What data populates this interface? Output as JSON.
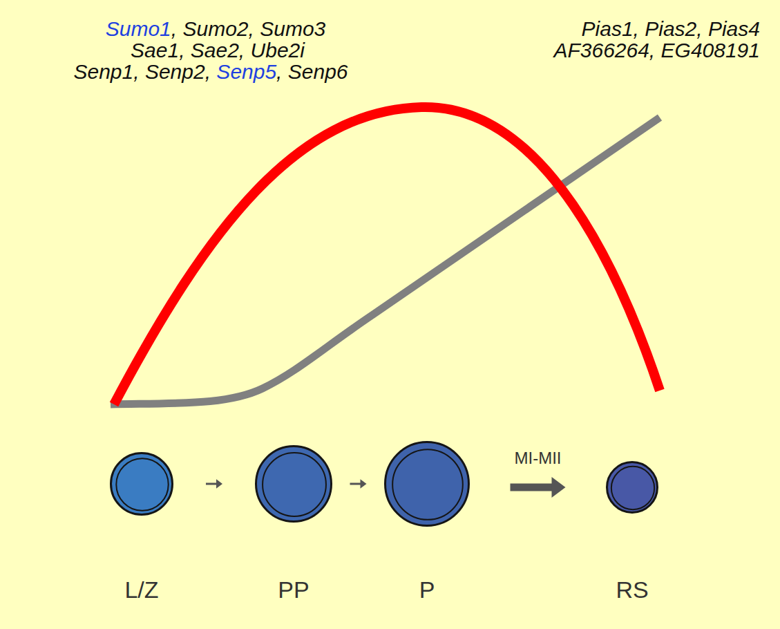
{
  "diagram": {
    "nodes": [
      {
        "text": [
          "L/Z"
        ]
      },
      {
        "text": [
          "PP"
        ]
      },
      {
        "text": [
          "P"
        ]
      },
      {
        "text": [
          "RS"
        ]
      }
    ],
    "edges": [
      {
        "from": 0,
        "to": 1,
        "arrow": "to"
      },
      {
        "from": 1,
        "to": 2,
        "arrow": "to"
      },
      {
        "from": 2,
        "to": 3,
        "arrow": "to",
        "label": "MI-MII"
      }
    ],
    "labels": [
      "Sumo1",
      ", Sumo2, Sumo3",
      "Sae1, Sae2, Ube2i",
      "Senp1, Senp2,",
      "Senp5",
      ", Senp6",
      "Pias1, Pias2, Pias4",
      "AF366264, EG408191"
    ]
  }
}
